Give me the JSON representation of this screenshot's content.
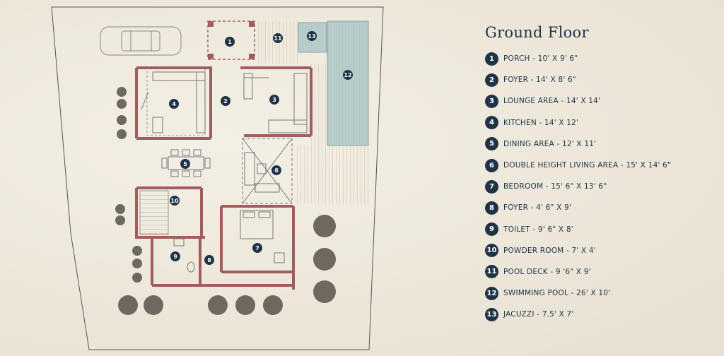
{
  "title": "Ground Floor",
  "rooms": [
    {
      "num": "1",
      "text": "PORCH - 10' X 9' 6\""
    },
    {
      "num": "2",
      "text": "FOYER - 14' X 8' 6\""
    },
    {
      "num": "3",
      "text": "LOUNGE AREA - 14' X 14'"
    },
    {
      "num": "4",
      "text": "KITCHEN - 14' X 12'"
    },
    {
      "num": "5",
      "text": "DINING AREA - 12' X 11'"
    },
    {
      "num": "6",
      "text": "DOUBLE HEIGHT LIVING AREA - 15' X 14' 6\""
    },
    {
      "num": "7",
      "text": "BEDROOM - 15' 6\" X 13' 6\""
    },
    {
      "num": "8",
      "text": "FOYER - 4' 6\" X 9'"
    },
    {
      "num": "9",
      "text": "TOILET - 9' 6\" X 8'"
    },
    {
      "num": "10",
      "text": "POWDER ROOM - 7' X 4'"
    },
    {
      "num": "11",
      "text": "POOL DECK - 9 '6\" X 9'"
    },
    {
      "num": "12",
      "text": "SWIMMING POOL - 26' X 10'"
    },
    {
      "num": "13",
      "text": "JACUZZI - 7.5' X 7'"
    }
  ],
  "colors": {
    "badge": "#1f3347",
    "wall": "#a35c5c",
    "water": "#b8cccc",
    "background": "#f0ebe0"
  }
}
